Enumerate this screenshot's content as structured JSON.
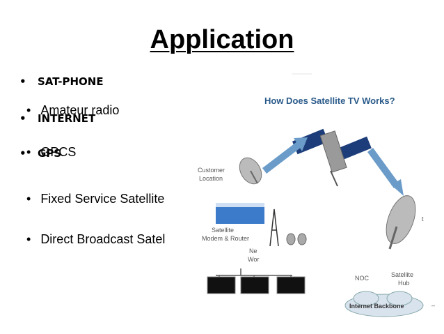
{
  "slide": {
    "title": "Application",
    "bullets_overlay": [
      "SAT-PHONE",
      "INTERNET",
      "GPS"
    ],
    "bullets_main": [
      "Amateur radio",
      "GPCS",
      "Fixed Service Satellite",
      "Direct Broadcast Satel"
    ],
    "bullet_char": "•"
  },
  "diagram": {
    "heading": "How Does Satellite TV Works?",
    "labels": {
      "customer_location": "Customer\nLocation",
      "modem_router": "Satellite\nModem & Router",
      "network_partial": "Ne\nWor",
      "noc": "NOC",
      "satellite_hub": "Satellite\nHub",
      "internet_backbone": "Internet Backbone",
      "dash": "–"
    },
    "colors": {
      "heading": "#2a5a8a",
      "arrow": "#6b9cc9",
      "panel": "#1c3d7a",
      "cloud": "#d8e3ee"
    }
  }
}
